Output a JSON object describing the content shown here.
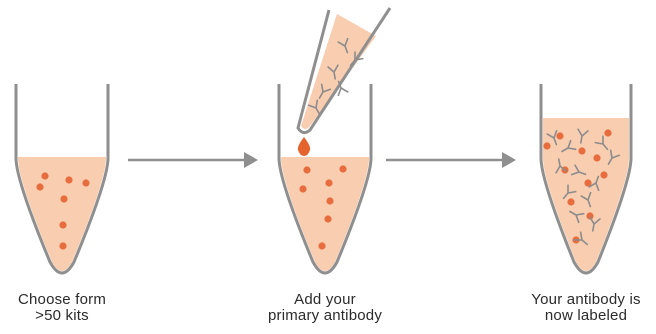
{
  "colors": {
    "liquid": "#f8cdb0",
    "outline": "#8f8f8f",
    "dot": "#e86d3e",
    "drop": "#e5642e",
    "antibody": "#8c8c8c",
    "arrow": "#8f8f8f"
  },
  "steps": [
    {
      "caption_line1": "Choose form",
      "caption_line2": ">50 kits"
    },
    {
      "caption_line1": "Add your",
      "caption_line2": "primary antibody"
    },
    {
      "caption_line1": "Your antibody is",
      "caption_line2": "now labeled"
    }
  ]
}
